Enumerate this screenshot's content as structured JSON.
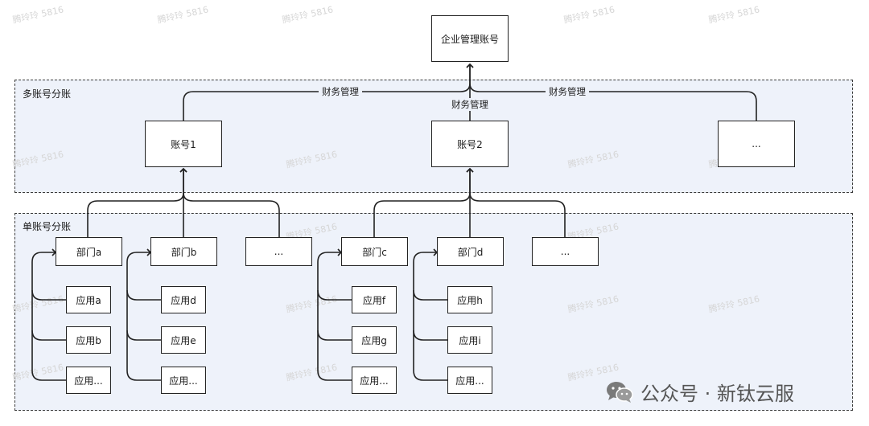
{
  "top_node": "企业管理账号",
  "regions": {
    "multi": "多账号分账",
    "single": "单账号分账"
  },
  "edge_labels": {
    "left": "财务管理",
    "center": "财务管理",
    "right": "财务管理"
  },
  "accounts": [
    "账号1",
    "账号2",
    "..."
  ],
  "departments": [
    "部门a",
    "部门b",
    "...",
    "部门c",
    "部门d",
    "..."
  ],
  "apps": {
    "dept_a": [
      "应用a",
      "应用b",
      "应用..."
    ],
    "dept_b": [
      "应用d",
      "应用e",
      "应用..."
    ],
    "dept_c": [
      "应用f",
      "应用g",
      "应用..."
    ],
    "dept_d": [
      "应用h",
      "应用i",
      "应用..."
    ]
  },
  "watermark_text": "腾玲玲 5816",
  "branding": {
    "icon": "wechat-icon",
    "text": "公众号 · 新钛云服"
  }
}
